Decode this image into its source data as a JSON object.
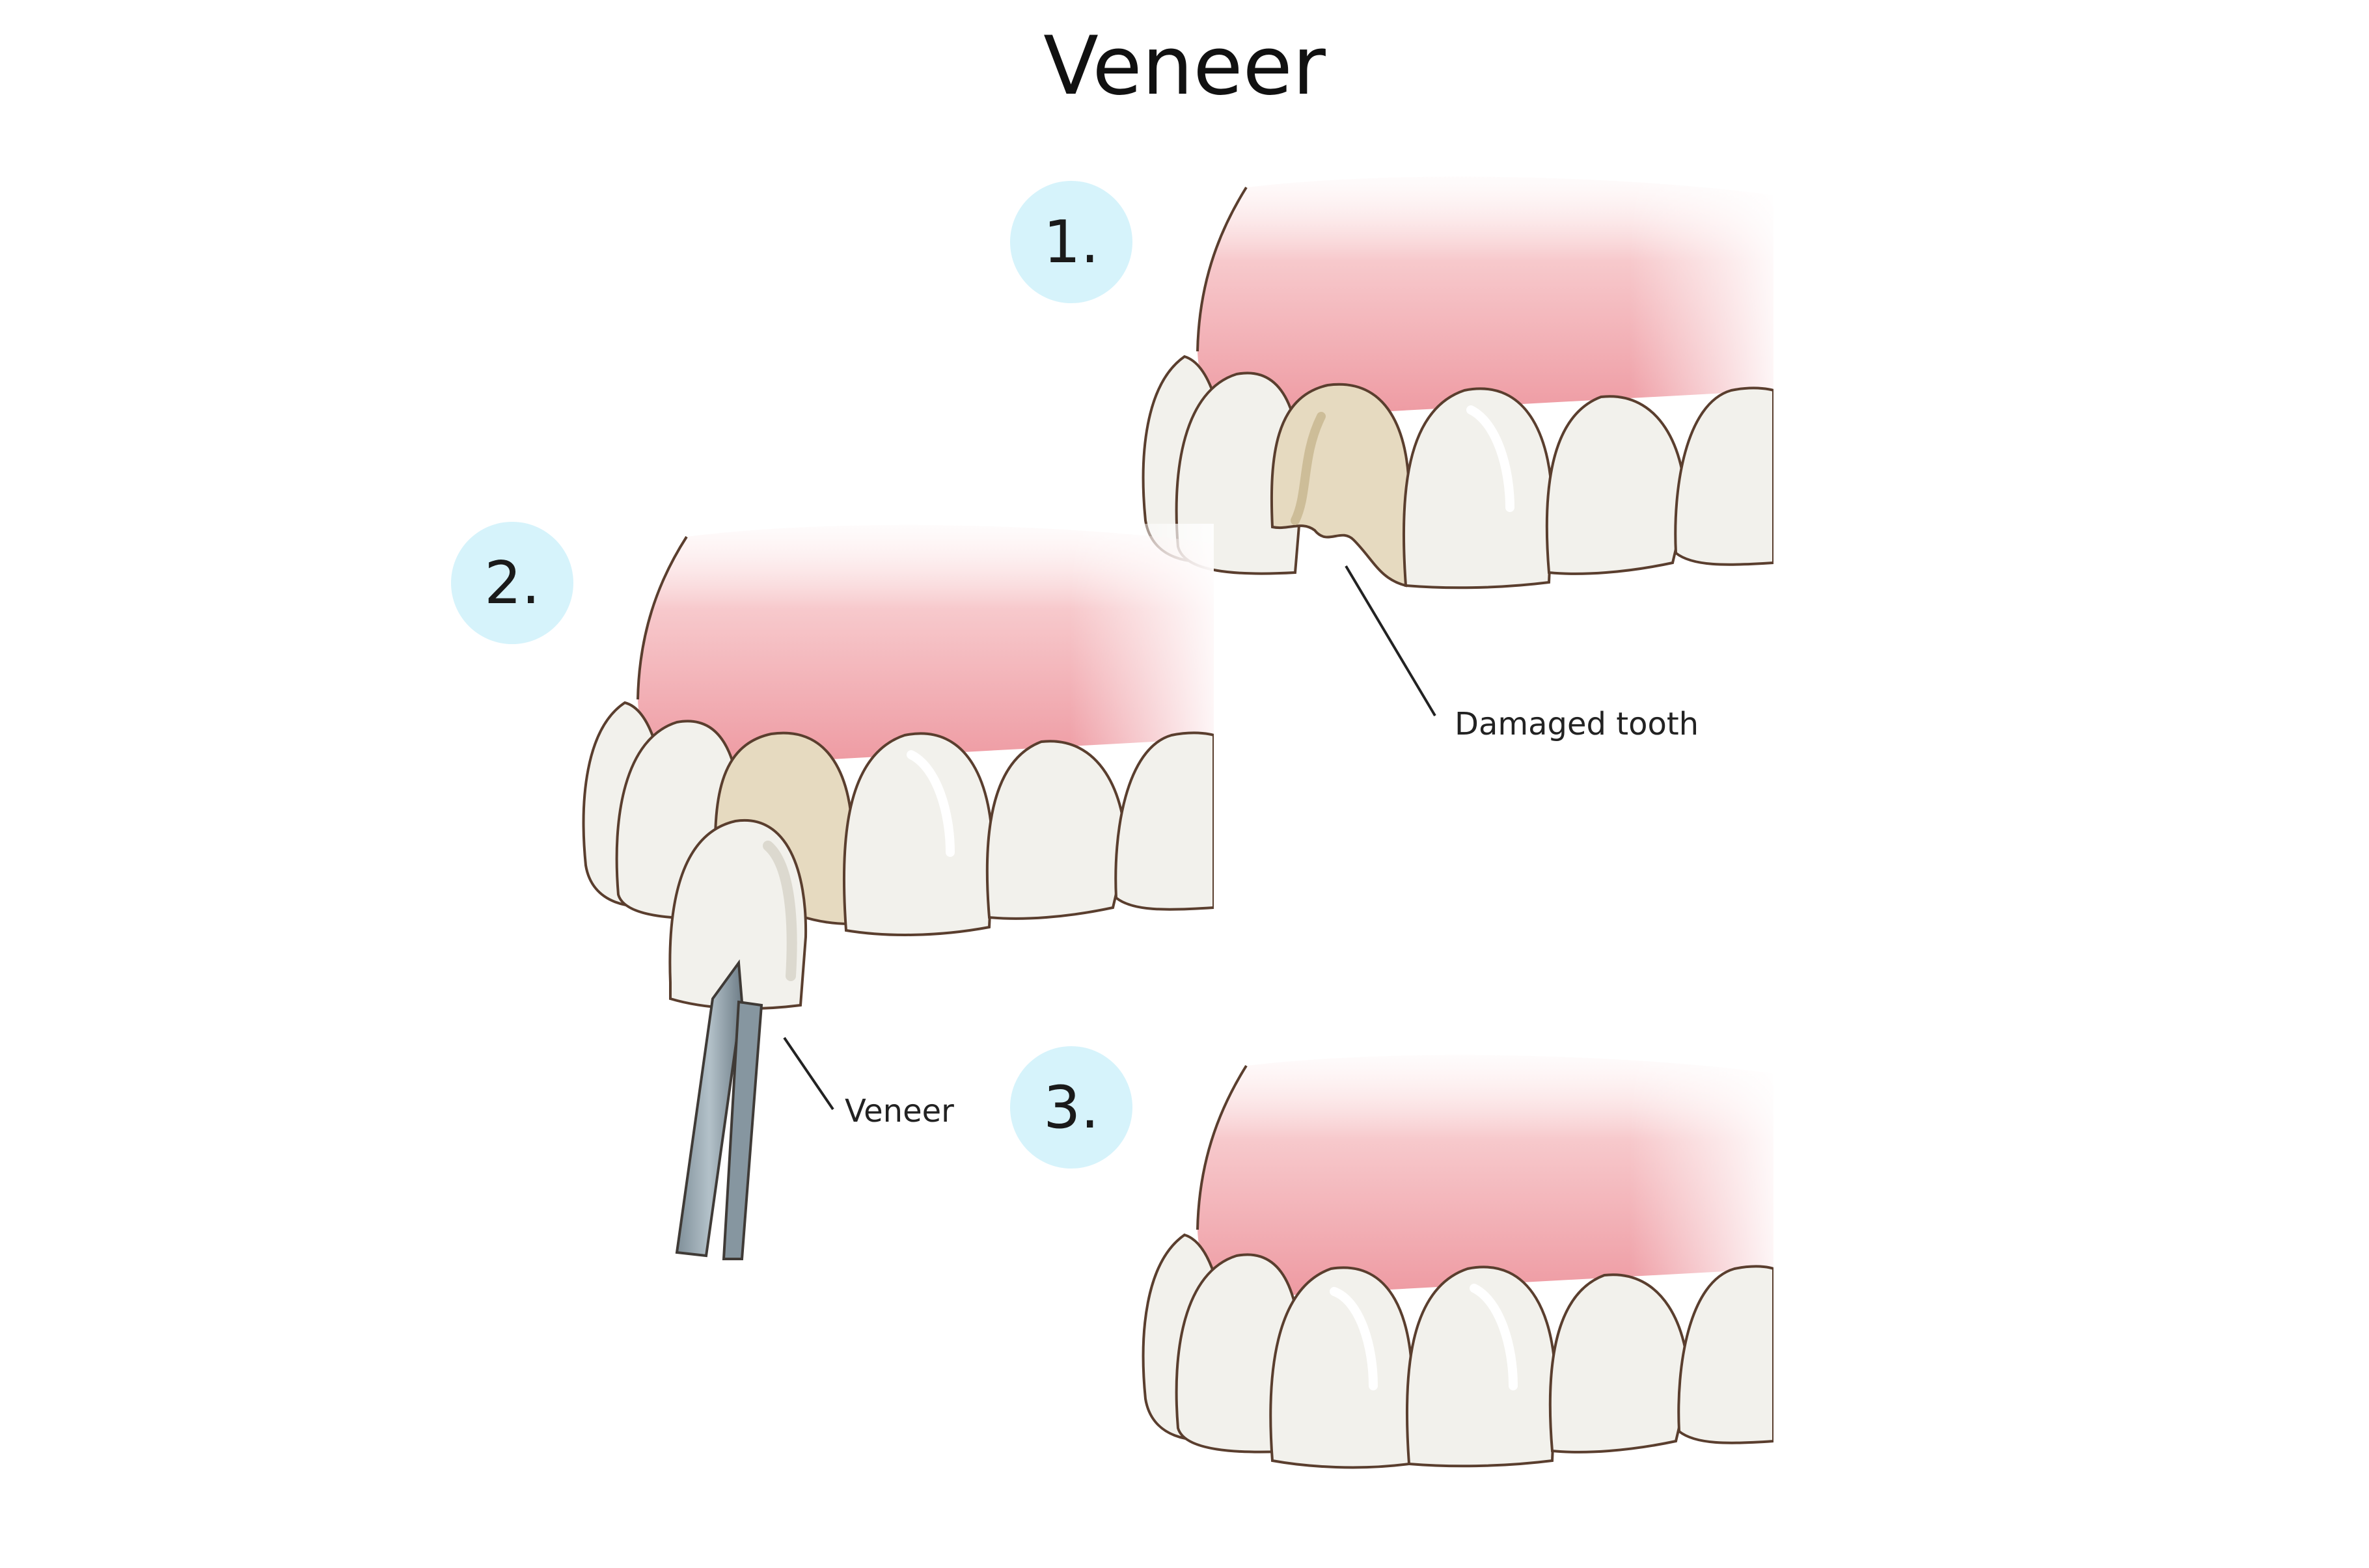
{
  "title": "Veneer",
  "steps": [
    {
      "label": "1."
    },
    {
      "label": "2."
    },
    {
      "label": "3."
    }
  ],
  "callouts": {
    "damaged_tooth": "Damaged tooth",
    "veneer": "Veneer"
  },
  "colors": {
    "badge": "#d6f3fb",
    "gum": "#f2a8ae",
    "tooth": "#f2f1ec",
    "tooth_shade": "#dcd9cf",
    "damaged_tooth": "#e6dac0",
    "damaged_shade": "#cdbd98",
    "outline": "#5a3e2e",
    "tool": "#9aa9b3",
    "tool_dark": "#6f7e88"
  }
}
